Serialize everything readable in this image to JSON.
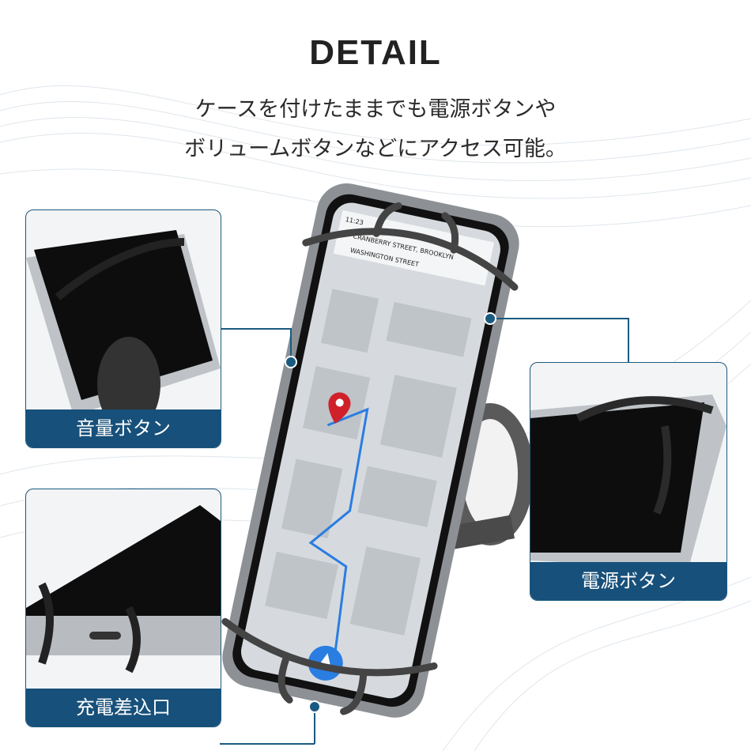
{
  "title": "DETAIL",
  "subtitle": [
    "ケースを付けたままでも電源ボタンや",
    "ボリュームボタンなどにアクセス可能。"
  ],
  "phone_screen": {
    "time": "11:23",
    "route_from": "CRANBERRY STREET, BROOKLYN",
    "route_to": "WASHINGTON STREET"
  },
  "callouts": [
    {
      "label": "音量ボタン"
    },
    {
      "label": "充電差込口"
    },
    {
      "label": "電源ボタン"
    }
  ],
  "colors": {
    "accent": "#17507a",
    "map_route": "#2a7de1",
    "pin": "#d0202a"
  }
}
